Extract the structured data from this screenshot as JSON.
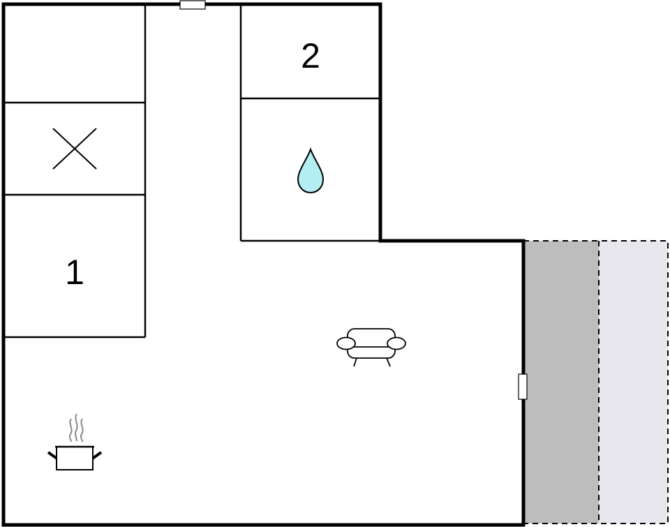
{
  "floorplan": {
    "rooms": {
      "bedroom_1": {
        "label": "1",
        "icon": "bed-number"
      },
      "bedroom_2": {
        "label": "2",
        "icon": "bed-number"
      },
      "bathroom": {
        "icon": "water-drop-icon"
      },
      "toilet": {
        "icon": "cross-icon"
      },
      "living_room": {
        "icon": "sofa-icon"
      },
      "kitchen": {
        "icon": "cooking-pot-icon"
      }
    },
    "terrace": {
      "covered_color": "#bdbdbe",
      "open_color": "#e8e7ee"
    },
    "colors": {
      "wall": "#000000",
      "water": "#b3eef2",
      "steam": "#888888"
    }
  }
}
